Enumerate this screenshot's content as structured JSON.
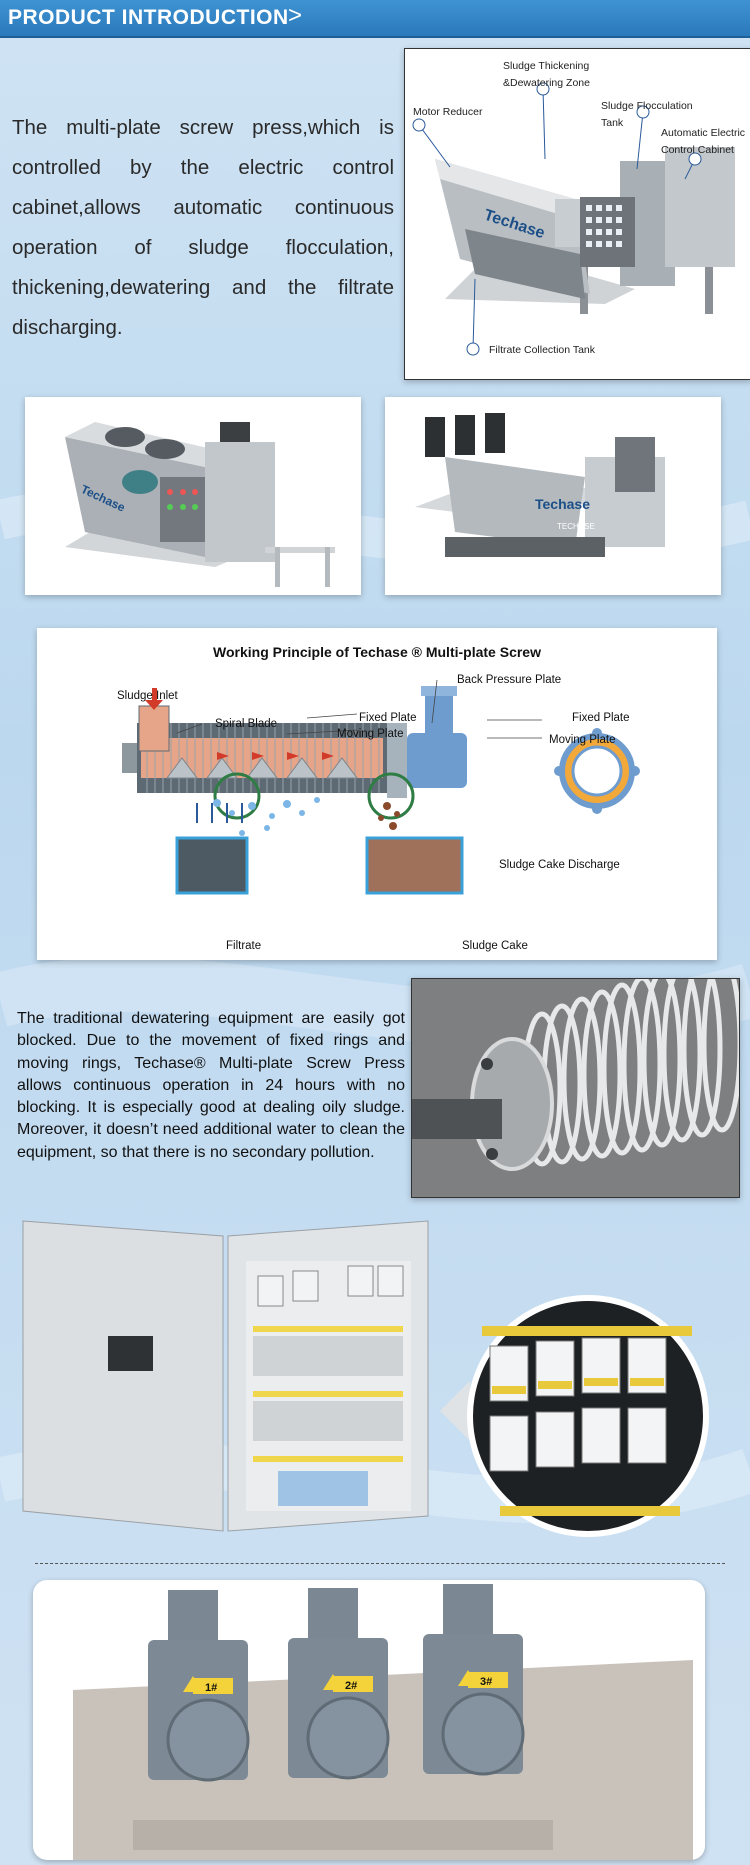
{
  "header": {
    "title": "PRODUCT INTRODUCTION",
    "chevron": ">"
  },
  "intro_text": "The multi-plate screw press,which is controlled by the electric control cabinet,allows automatic continuous operation of sludge flocculation, thickening,dewatering and the filtrate discharging.",
  "machine_callouts": {
    "motor_reducer": "Motor Reducer",
    "thickening_line1": "Sludge Thickening",
    "thickening_line2": "&Dewatering Zone",
    "flocculation_line1": "Sludge Flocculation",
    "flocculation_line2": "Tank",
    "cabinet_line1": "Automatic Electric",
    "cabinet_line2": "Control Cabinet",
    "filtrate_tank": "Filtrate Collection Tank"
  },
  "machine_brand": "Techase",
  "machine_model": "TECHASE",
  "principle": {
    "title": "Working Principle of Techase ® Multi-plate Screw",
    "labels": {
      "sludge_inlet": "Sludge Inlet",
      "spiral_blade": "Spiral Blade",
      "fixed_plate": "Fixed Plate",
      "moving_plate": "Moving Plate",
      "back_pressure_plate": "Back Pressure Plate",
      "fixed_plate_2": "Fixed Plate",
      "moving_plate_2": "Moving Plate",
      "sludge_cake_discharge": "Sludge Cake Discharge",
      "filtrate": "Filtrate",
      "sludge_cake": "Sludge Cake"
    }
  },
  "body_text": "The traditional dewatering equipment are easily got blocked. Due to the movement of fixed rings and moving rings, Techase® Multi-plate Screw Press allows continuous operation in 24 hours with no blocking. It is especially good at dealing oily sludge. Moreover, it doesn’t need additional water to clean the equipment, so that there is no secondary pollution.",
  "motor_labels": [
    "1#",
    "2#",
    "3#"
  ],
  "colors": {
    "header": "#2f84c8",
    "accent": "#2a79bb",
    "panel": "#ffffff"
  }
}
